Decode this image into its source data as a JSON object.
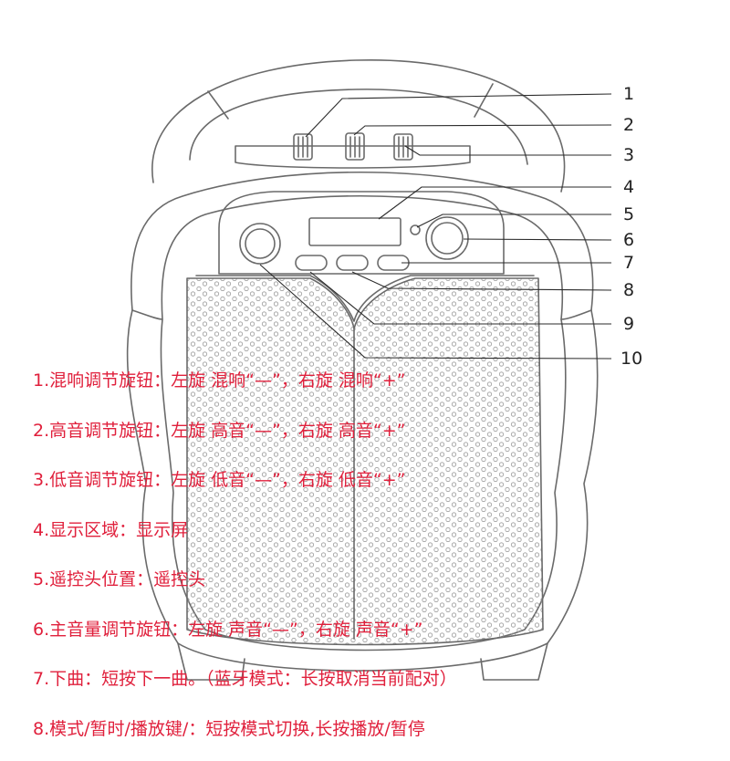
{
  "callouts": [
    "1",
    "2",
    "3",
    "4",
    "5",
    "6",
    "7",
    "8",
    "9",
    "10"
  ],
  "descriptions": [
    "1.混响调节旋钮：左旋 混响“—”，右旋 混响“+”",
    "2.高音调节旋钮：左旋 高音“—”，右旋 高音“+”",
    "3.低音调节旋钮：左旋 低音“—”，右旋 低音“+”",
    "4.显示区域：显示屏",
    "5.遥控头位置：遥控头",
    "6.主音量调节旋钮：左旋 声音“—”，右旋 声音“+”",
    "7.下曲：短按下一曲。（蓝牙模式：长按取消当前配对）",
    "8.模式/暂时/播放键/：短按模式切换,长按播放/暂停"
  ],
  "colors": {
    "text_accent": "#e0203c",
    "line_art": "#6a6a6a",
    "callout_text": "#222222"
  }
}
